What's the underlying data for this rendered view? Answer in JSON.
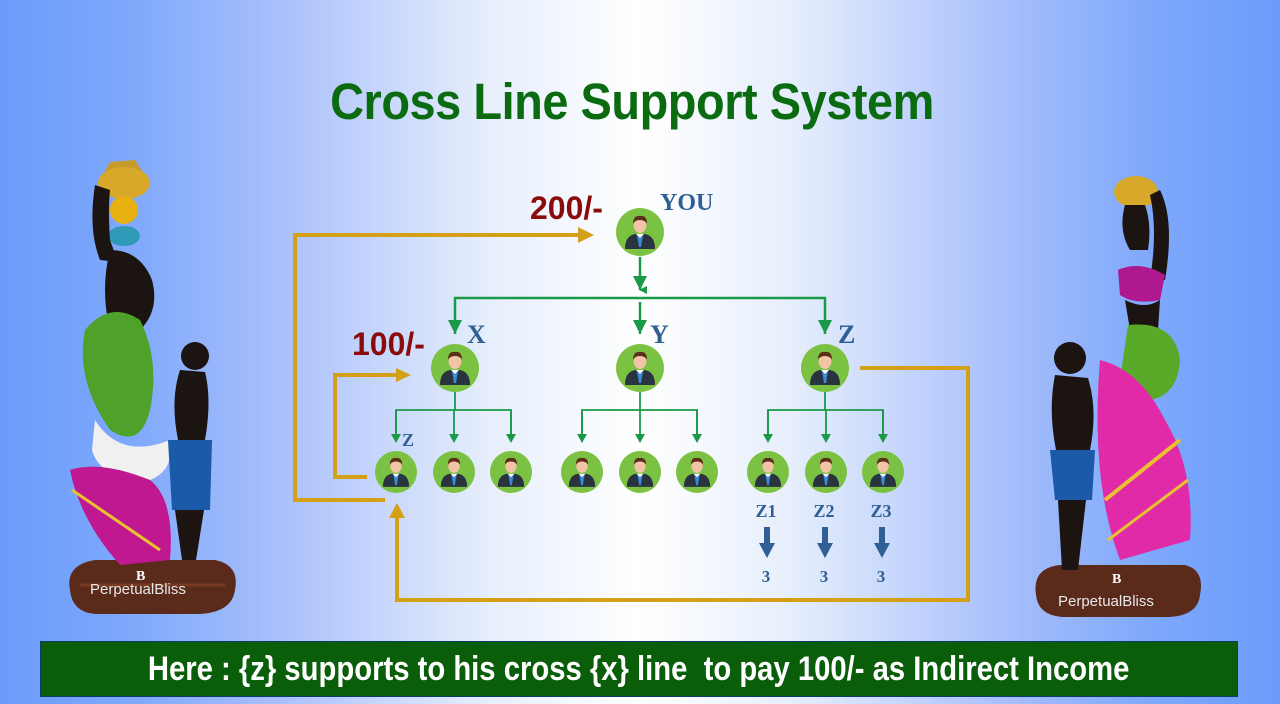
{
  "title": "Cross Line Support System",
  "colors": {
    "title": "#0b6b10",
    "amount": "#8b0a0a",
    "node_label": "#2f5f95",
    "tree_arrow": "#1a9a48",
    "support_line": "#d4a017",
    "avatar_bg": "#7cc242",
    "banner_bg": "#0a5e0a",
    "banner_text": "#ffffff"
  },
  "diagram": {
    "root": {
      "label": "YOU",
      "amount": "200/-"
    },
    "level1": [
      {
        "label": "X",
        "amount": "100/-"
      },
      {
        "label": "Y"
      },
      {
        "label": "Z"
      }
    ],
    "level2_groups": [
      {
        "parent": "X",
        "children": [
          {
            "label": "Z"
          },
          {
            "label": ""
          },
          {
            "label": ""
          }
        ]
      },
      {
        "parent": "Y",
        "children": [
          {
            "label": ""
          },
          {
            "label": ""
          },
          {
            "label": ""
          }
        ]
      },
      {
        "parent": "Z",
        "children": [
          {
            "label": "Z1",
            "count": "3"
          },
          {
            "label": "Z2",
            "count": "3"
          },
          {
            "label": "Z3",
            "count": "3"
          }
        ]
      }
    ],
    "node_icon": "businessman-avatar-icon"
  },
  "figurines": {
    "left": {
      "brand_mark": "B",
      "brand_name": "PerpetualBliss"
    },
    "right": {
      "brand_mark": "B",
      "brand_name": "PerpetualBliss"
    }
  },
  "banner": {
    "text": "Here : {z} supports to his cross {x} line  to pay 100/- as Indirect Income"
  }
}
